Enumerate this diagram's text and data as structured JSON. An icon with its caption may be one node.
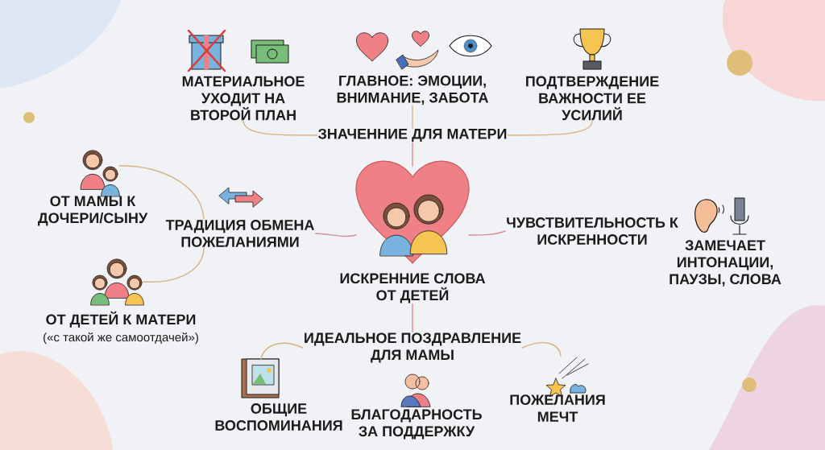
{
  "diagram": {
    "nodes": [
      {
        "text": [
          "МАТЕРИАЛЬНОЕ УХОДИТ НА ВТОРОЙ ПЛАН"
        ]
      },
      {
        "text": [
          "ГЛАВНОЕ: ЭМОЦИИ, ВНИМАНИЕ, ЗАБОТА"
        ]
      },
      {
        "text": [
          "ПОДТВЕРЖДЕНИЕ ВАЖНОСТИ ЕЕ УСИЛИЙ"
        ]
      },
      {
        "text": [
          "ЗНАЧЕННИЕ ДЛЯ МАТЕРИ"
        ]
      },
      {
        "text": [
          "ОТ МАМЫ К ДОЧЕРИ/СЫНУ"
        ]
      },
      {
        "text": [
          "ТРАДИЦИЯ ОБМЕНА ПОЖЕЛАНИЯМИ"
        ]
      },
      {
        "text": [
          "ИСКРЕННИЕ СЛОВА ОТ ДЕТЕЙ"
        ]
      },
      {
        "text": [
          "ЧУВСТВИТЕЛЬНОСТЬ К ИСКРЕННОСТИ"
        ]
      },
      {
        "text": [
          "ОТ ДЕТЕЙ К МАТЕРИ",
          "(«с такой же самоотдачей»)"
        ]
      },
      {
        "text": [
          "ИДЕАЛЬНОЕ ПОЗДРАВЛЕНИЕ ДЛЯ МАМЫ"
        ]
      },
      {
        "text": [
          "ОБЩИЕ ВОСПОМИНАНИЯ"
        ]
      },
      {
        "text": [
          "ПОЖЕЛАНИЯ МЕЧТ"
        ]
      }
    ],
    "edges": [
      {
        "from": 3,
        "to": 0,
        "arrow": "none"
      },
      {
        "from": 3,
        "to": 1,
        "arrow": "none"
      },
      {
        "from": 3,
        "to": 2,
        "arrow": "none"
      },
      {
        "from": 6,
        "to": 3,
        "arrow": "none",
        "color": "#d98c93"
      },
      {
        "from": 6,
        "to": 5,
        "arrow": "none",
        "color": "#d98c93"
      },
      {
        "from": 5,
        "to": 4,
        "arrow": "none"
      },
      {
        "from": 5,
        "to": 8,
        "arrow": "none"
      },
      {
        "from": 6,
        "to": 7,
        "arrow": "none",
        "color": "#d98c93"
      },
      {
        "from": 6,
        "to": 9,
        "arrow": "none",
        "color": "#d98c93"
      },
      {
        "from": 9,
        "to": 10,
        "arrow": "none"
      },
      {
        "from": 9,
        "to": 11,
        "arrow": "none"
      }
    ],
    "labels": [
      "ЗАМЕЧАЕТ ИНТОНАЦИИ, ПАУЗЫ, СЛОВА",
      "БЛАГОДАРНОСТЬ ЗА ПОДДЕРЖКУ"
    ]
  }
}
